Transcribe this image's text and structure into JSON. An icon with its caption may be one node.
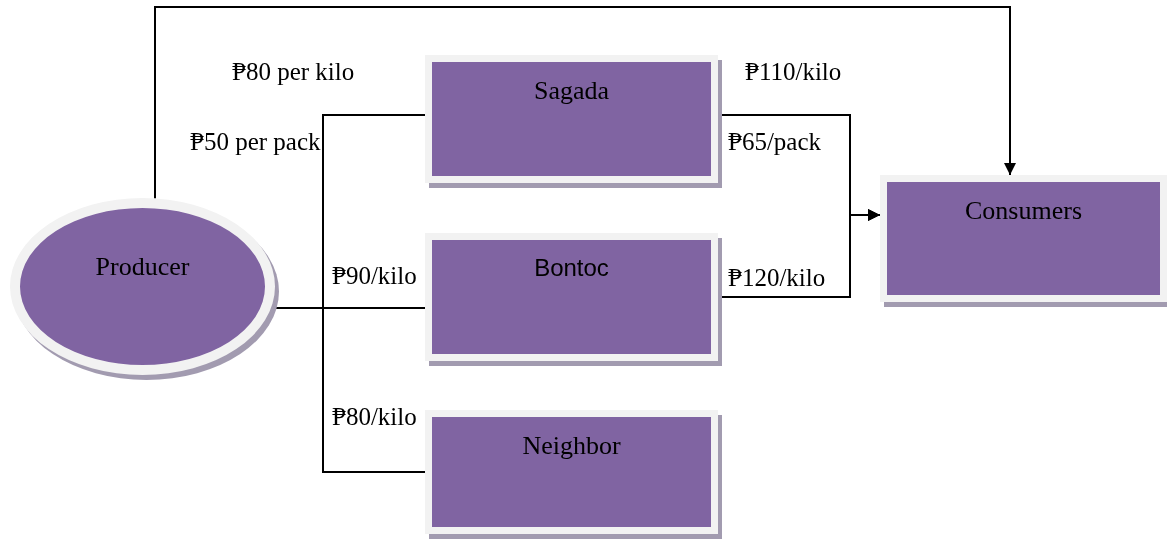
{
  "diagram": {
    "nodes": [
      {
        "text": [
          "Producer"
        ]
      },
      {
        "text": [
          "Sagada"
        ]
      },
      {
        "text": [
          "Bontoc"
        ]
      },
      {
        "text": [
          "Neighbor"
        ]
      },
      {
        "text": [
          "Consumers"
        ]
      }
    ],
    "edges": [
      {
        "from": 0,
        "to": 4,
        "arrow": "to"
      },
      {
        "from": 0,
        "to": 1,
        "arrow": "none"
      },
      {
        "from": 0,
        "to": 2,
        "arrow": "none"
      },
      {
        "from": 0,
        "to": 3,
        "arrow": "none"
      },
      {
        "from": 1,
        "to": 4,
        "arrow": "to"
      },
      {
        "from": 2,
        "to": 4,
        "arrow": "to"
      }
    ],
    "labels": [
      "₱80 per kilo",
      "₱110/kilo",
      "₱50 per pack",
      "₱65/pack",
      "₱90/kilo",
      "₱120/kilo",
      "₱80/kilo"
    ]
  }
}
